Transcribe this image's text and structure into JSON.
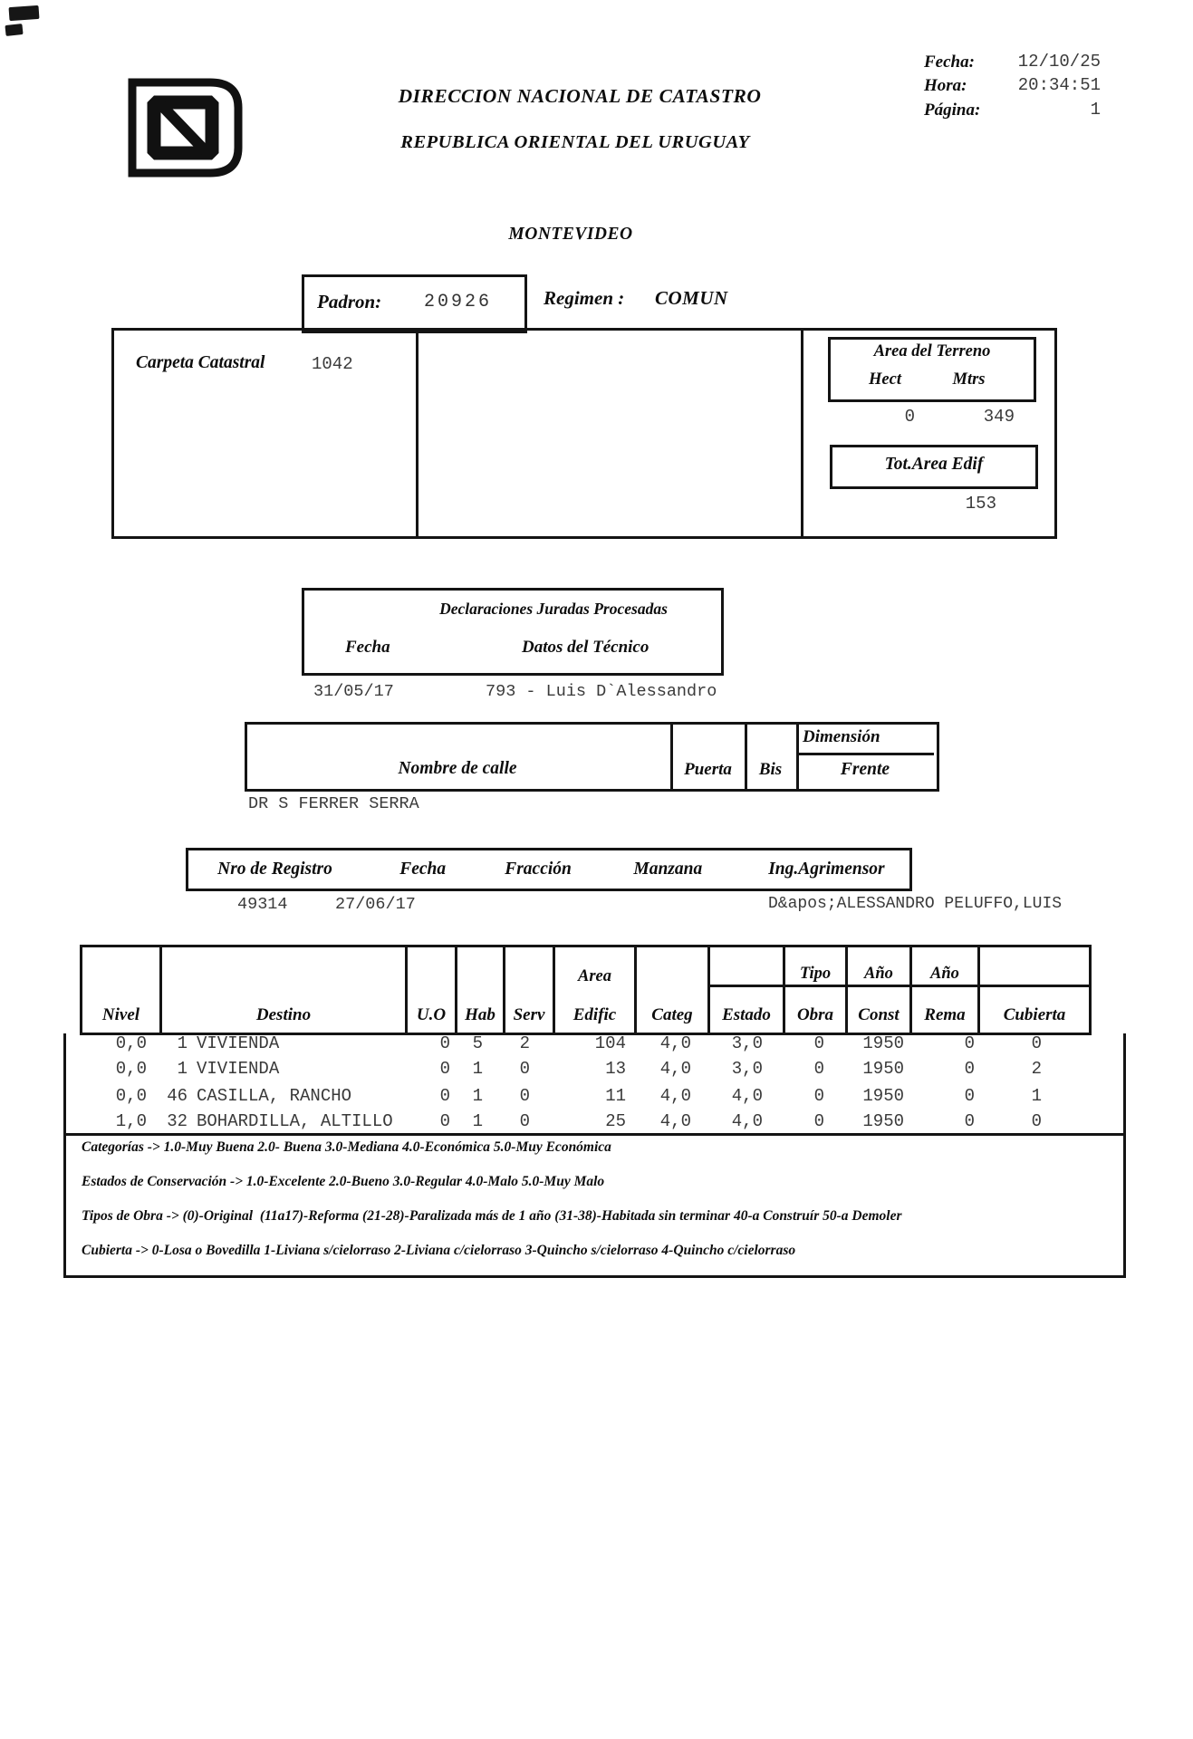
{
  "icons": {
    "logo": "dnc-catastro-logo"
  },
  "colors": {
    "ink": "#111111",
    "mono_ink": "#3a3a3a",
    "paper": "#ffffff"
  },
  "meta": {
    "fecha_label": "Fecha:",
    "fecha_value": "12/10/25",
    "hora_label": "Hora:",
    "hora_value": "20:34:51",
    "pagina_label": "Página:",
    "pagina_value": "1"
  },
  "header": {
    "title1": "DIRECCION NACIONAL DE CATASTRO",
    "title2": "REPUBLICA ORIENTAL DEL URUGUAY",
    "department": "MONTEVIDEO"
  },
  "padron": {
    "label": "Padron:",
    "value": "20926",
    "regimen_label": "Regimen :",
    "regimen_value": "COMUN"
  },
  "carpeta": {
    "label": "Carpeta Catastral",
    "value": "1042"
  },
  "terreno": {
    "title": "Area del Terreno",
    "hect_label": "Hect",
    "mtrs_label": "Mtrs",
    "hect_value": "0",
    "mtrs_value": "349",
    "tot_label": "Tot.Area Edif",
    "tot_value": "153"
  },
  "declaraciones": {
    "title": "Declaraciones Juradas Procesadas",
    "fecha_label": "Fecha",
    "tecnico_label": "Datos del Técnico",
    "fecha_value": "31/05/17",
    "tecnico_value": "793 - Luis D`Alessandro"
  },
  "calle": {
    "nombre_label": "Nombre de calle",
    "puerta_label": "Puerta",
    "bis_label": "Bis",
    "dimension_label": "Dimensión",
    "frente_label": "Frente",
    "nombre_value": "DR S FERRER SERRA"
  },
  "registro": {
    "nro_label": "Nro de Registro",
    "fecha_label": "Fecha",
    "fraccion_label": "Fracción",
    "manzana_label": "Manzana",
    "agrimensor_label": "Ing.Agrimensor",
    "nro_value": "49314",
    "fecha_value": "27/06/17",
    "agrimensor_value": "D&apos;ALESSANDRO PELUFFO,LUIS"
  },
  "tabla": {
    "headers": {
      "nivel": "Nivel",
      "destino": "Destino",
      "uo": "U.O",
      "hab": "Hab",
      "serv": "Serv",
      "area_top": "Area",
      "area_bottom": "Edific",
      "categ": "Categ",
      "estado": "Estado",
      "tipo_top": "Tipo",
      "obra": "Obra",
      "anio_const_top": "Año",
      "const": "Const",
      "anio_rema_top": "Año",
      "rema": "Rema",
      "cubierta": "Cubierta"
    },
    "rows": [
      {
        "nivel": "0,0",
        "destino_num": "1",
        "destino": "VIVIENDA",
        "uo": "0",
        "hab": "5",
        "serv": "2",
        "area": "104",
        "categ": "4,0",
        "estado": "3,0",
        "obra": "0",
        "const": "1950",
        "rema": "0",
        "cubierta": "0"
      },
      {
        "nivel": "0,0",
        "destino_num": "1",
        "destino": "VIVIENDA",
        "uo": "0",
        "hab": "1",
        "serv": "0",
        "area": "13",
        "categ": "4,0",
        "estado": "3,0",
        "obra": "0",
        "const": "1950",
        "rema": "0",
        "cubierta": "2"
      },
      {
        "nivel": "0,0",
        "destino_num": "46",
        "destino": "CASILLA, RANCHO",
        "uo": "0",
        "hab": "1",
        "serv": "0",
        "area": "11",
        "categ": "4,0",
        "estado": "4,0",
        "obra": "0",
        "const": "1950",
        "rema": "0",
        "cubierta": "1"
      },
      {
        "nivel": "1,0",
        "destino_num": "32",
        "destino": "BOHARDILLA, ALTILLO",
        "uo": "0",
        "hab": "1",
        "serv": "0",
        "area": "25",
        "categ": "4,0",
        "estado": "4,0",
        "obra": "0",
        "const": "1950",
        "rema": "0",
        "cubierta": "0"
      }
    ]
  },
  "notas": [
    "Categorías -> 1.0-Muy Buena 2.0- Buena 3.0-Mediana 4.0-Económica 5.0-Muy Económica",
    "Estados de Conservación -> 1.0-Excelente 2.0-Bueno 3.0-Regular 4.0-Malo 5.0-Muy Malo",
    "Tipos de Obra -> (0)-Original  (11a17)-Reforma (21-28)-Paralizada más de 1 año (31-38)-Habitada sin terminar 40-a Construír 50-a Demoler",
    "Cubierta -> 0-Losa o Bovedilla 1-Liviana s/cielorraso 2-Liviana c/cielorraso 3-Quincho s/cielorraso 4-Quincho c/cielorraso"
  ]
}
